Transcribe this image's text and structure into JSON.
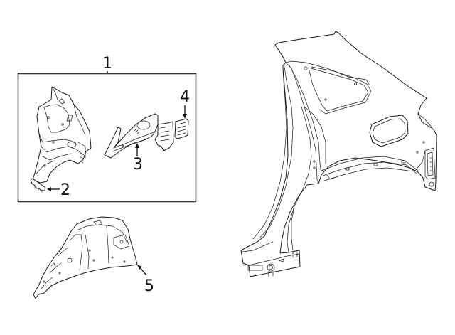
{
  "diagram": {
    "type": "parts-exploded-view",
    "subject": "Rear quarter panel / body side assembly",
    "background_color": "#ffffff",
    "line_color": "#1a1a1a",
    "group_box": {
      "label": "1"
    },
    "callouts": [
      {
        "number": "1",
        "label": "1"
      },
      {
        "number": "2",
        "label": "2"
      },
      {
        "number": "3",
        "label": "3"
      },
      {
        "number": "4",
        "label": "4"
      },
      {
        "number": "5",
        "label": "5"
      }
    ]
  }
}
